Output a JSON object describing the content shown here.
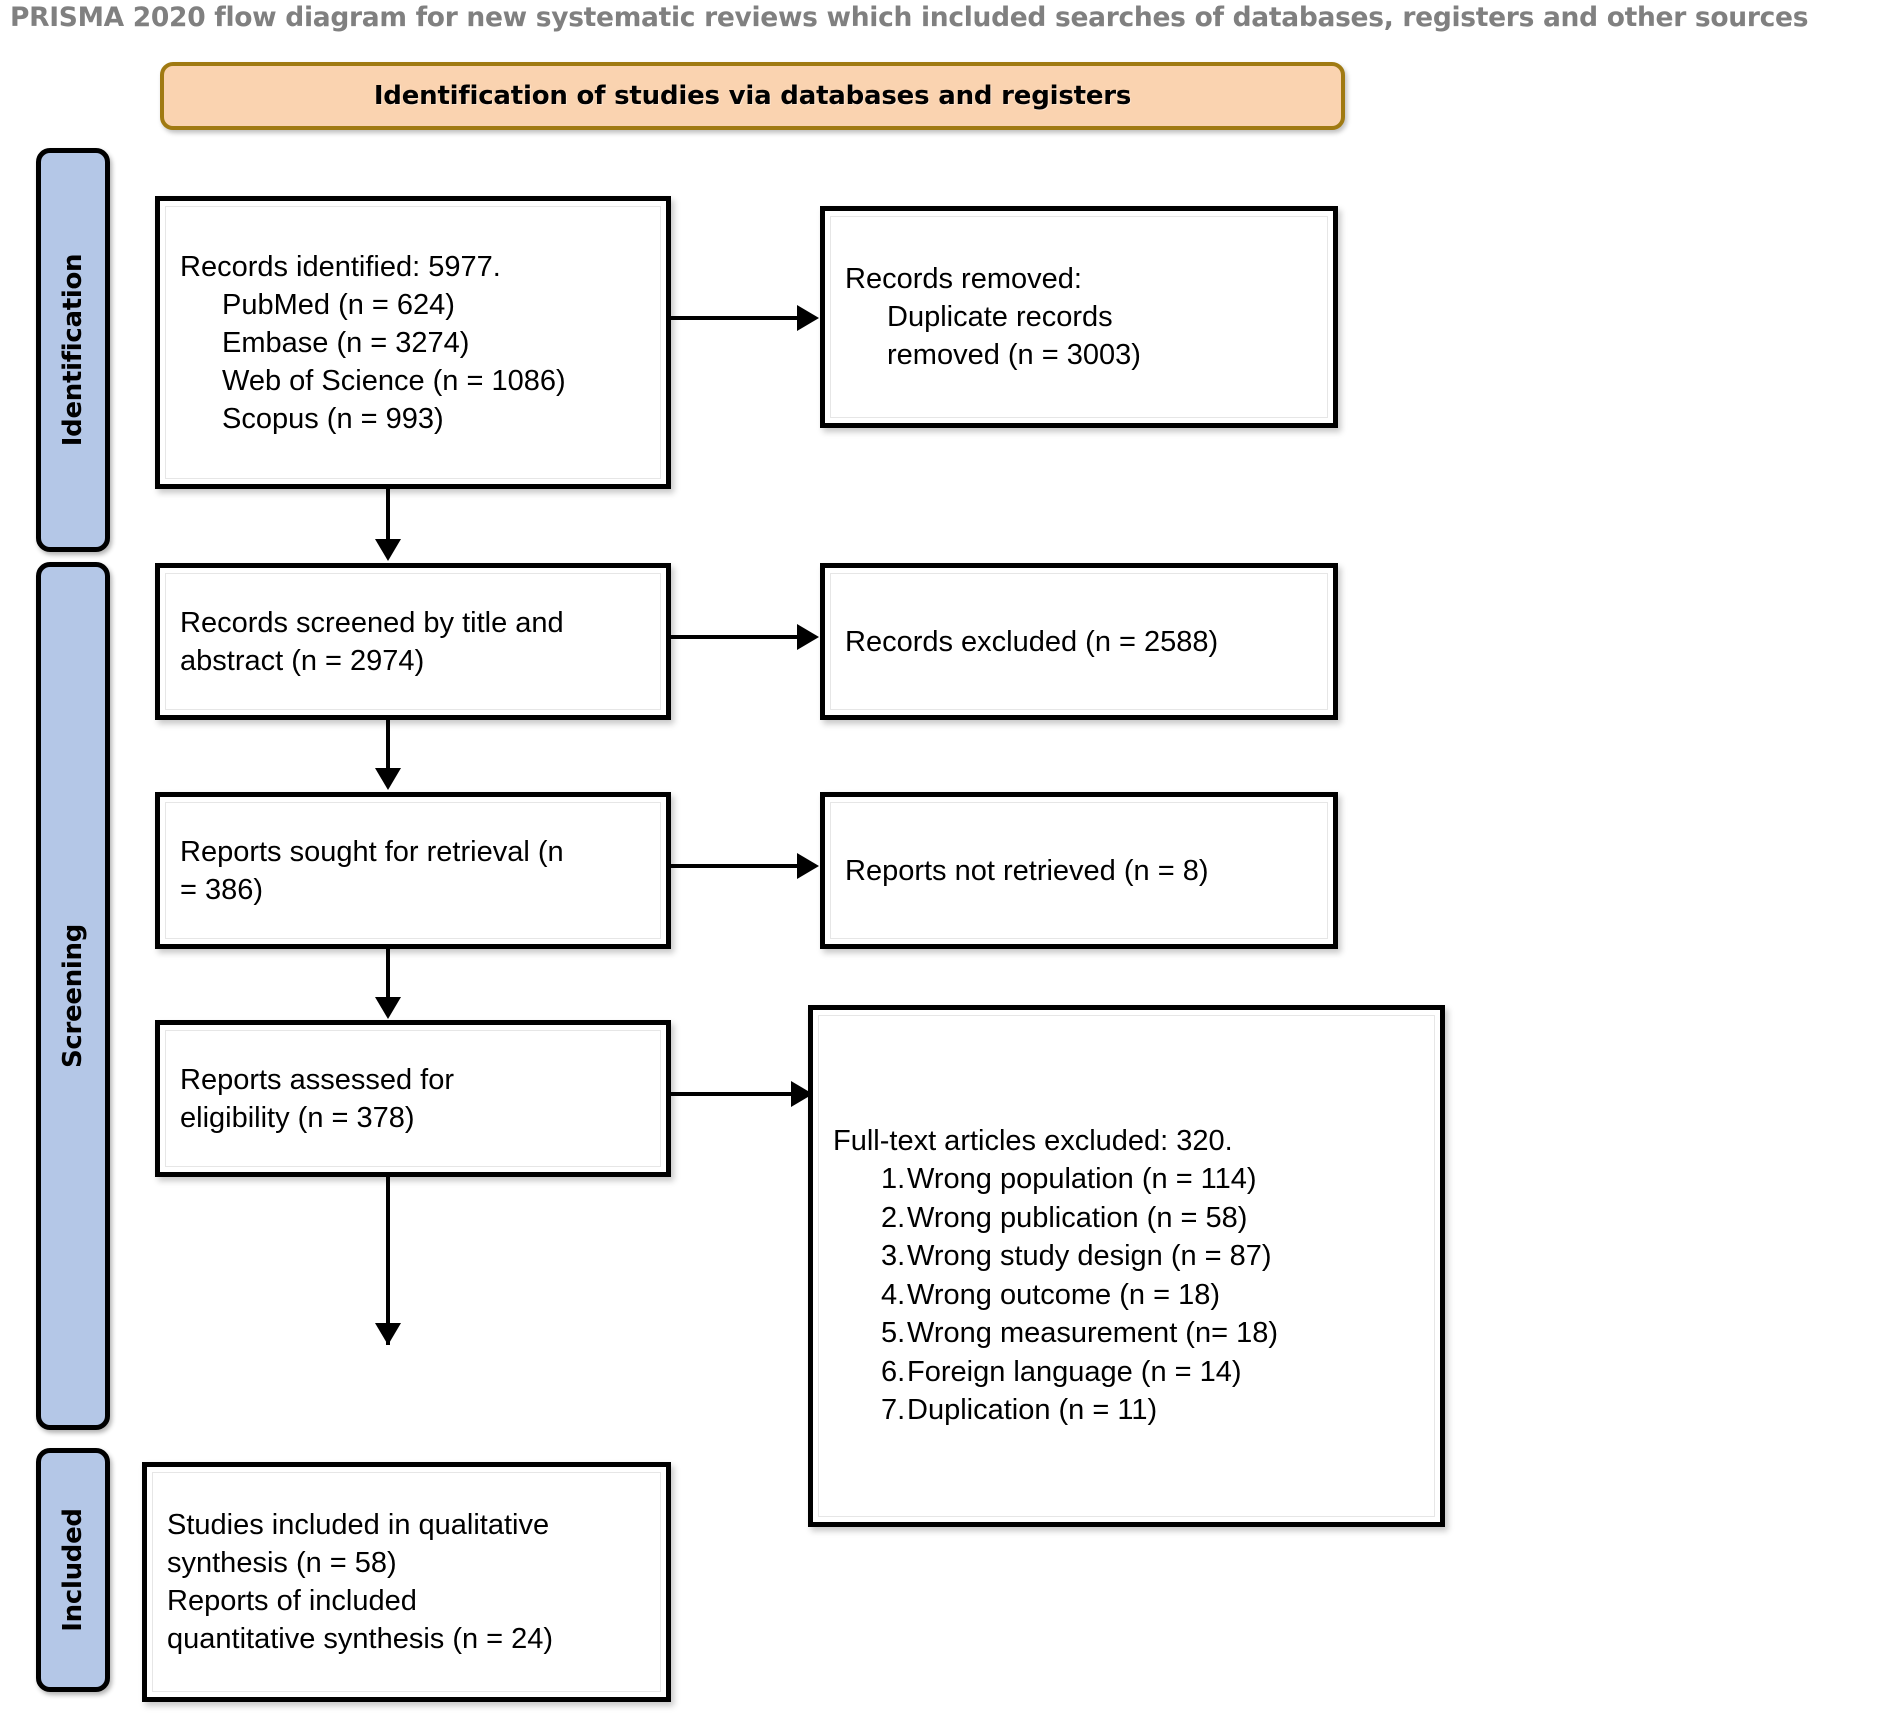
{
  "caption": "PRISMA 2020 flow diagram for new systematic reviews which included searches of databases, registers and other sources",
  "banner": {
    "title": "Identification of studies via databases and registers"
  },
  "phases": [
    {
      "key": "identification",
      "label": "Identification"
    },
    {
      "key": "screening",
      "label": "Screening"
    },
    {
      "key": "included",
      "label": "Included"
    }
  ],
  "colors": {
    "banner_fill": "#fad3b0",
    "banner_border": "#a07a12",
    "band_fill": "#b4c7e7",
    "band_border": "#000000",
    "box_border": "#000000",
    "caption_text": "#808080"
  },
  "boxes": {
    "records_identified": {
      "heading": "Records identified: 5977.",
      "sources": [
        "PubMed (n = 624)",
        "Embase (n = 3274)",
        "Web of Science (n = 1086)",
        "Scopus (n = 993)"
      ]
    },
    "records_removed": {
      "heading": "Records removed:",
      "lines": [
        "Duplicate records",
        "removed (n = 3003)"
      ]
    },
    "records_screened": {
      "lines": [
        "Records screened by title and",
        "abstract (n = 2974)"
      ]
    },
    "records_excluded": {
      "lines": [
        "Records excluded (n = 2588)"
      ]
    },
    "reports_sought": {
      "lines": [
        "Reports sought for retrieval (n",
        "= 386)"
      ]
    },
    "reports_not_retrieved": {
      "lines": [
        "Reports not retrieved (n = 8)"
      ]
    },
    "reports_assessed": {
      "lines": [
        "Reports assessed for",
        "eligibility (n = 378)"
      ]
    },
    "fulltext_excluded": {
      "heading": "Full-text articles excluded: 320.",
      "reasons": [
        {
          "num": "1.",
          "label": "Wrong population (n = 114)"
        },
        {
          "num": "2.",
          "label": "Wrong publication (n = 58)"
        },
        {
          "num": "3.",
          "label": "Wrong study design (n = 87)"
        },
        {
          "num": "4.",
          "label": "Wrong outcome (n = 18)"
        },
        {
          "num": "5.",
          "label": "Wrong measurement (n= 18)"
        },
        {
          "num": "6.",
          "label": "Foreign language (n = 14)"
        },
        {
          "num": "7.",
          "label": "Duplication (n = 11)"
        }
      ]
    },
    "studies_included": {
      "lines": [
        "Studies included in qualitative",
        "synthesis (n = 58)",
        "Reports of included",
        "quantitative synthesis (n = 24)"
      ]
    }
  },
  "chart_data": {
    "type": "diagram",
    "title": "PRISMA 2020 flow diagram",
    "nodes": [
      {
        "id": "records_identified",
        "phase": "Identification",
        "n": 5977
      },
      {
        "id": "records_removed",
        "phase": "Identification",
        "n": 3003
      },
      {
        "id": "records_screened",
        "phase": "Screening",
        "n": 2974
      },
      {
        "id": "records_excluded",
        "phase": "Screening",
        "n": 2588
      },
      {
        "id": "reports_sought",
        "phase": "Screening",
        "n": 386
      },
      {
        "id": "reports_not_retrieved",
        "phase": "Screening",
        "n": 8
      },
      {
        "id": "reports_assessed",
        "phase": "Screening",
        "n": 378
      },
      {
        "id": "fulltext_excluded",
        "phase": "Screening",
        "n": 320
      },
      {
        "id": "studies_included",
        "phase": "Included",
        "n": 58
      }
    ],
    "edges": [
      {
        "from": "records_identified",
        "to": "records_removed"
      },
      {
        "from": "records_identified",
        "to": "records_screened"
      },
      {
        "from": "records_screened",
        "to": "records_excluded"
      },
      {
        "from": "records_screened",
        "to": "reports_sought"
      },
      {
        "from": "reports_sought",
        "to": "reports_not_retrieved"
      },
      {
        "from": "reports_sought",
        "to": "reports_assessed"
      },
      {
        "from": "reports_assessed",
        "to": "fulltext_excluded"
      },
      {
        "from": "reports_assessed",
        "to": "studies_included"
      }
    ]
  }
}
